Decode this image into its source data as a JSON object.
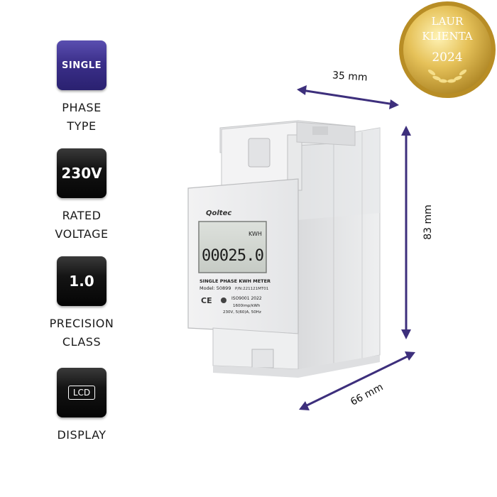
{
  "specs": [
    {
      "tile_text": "SINGLE",
      "label_line1": "PHASE",
      "label_line2": "TYPE",
      "tile_style": "purple"
    },
    {
      "tile_text": "230V",
      "label_line1": "RATED",
      "label_line2": "VOLTAGE",
      "tile_style": "black"
    },
    {
      "tile_text": "1.0",
      "label_line1": "PRECISION",
      "label_line2": "CLASS",
      "tile_style": "black"
    },
    {
      "tile_text": "LCD",
      "label_line1": "DISPLAY",
      "label_line2": "",
      "tile_style": "black"
    }
  ],
  "badge": {
    "line1": "LAUR",
    "line2": "KLIENTA",
    "year": "2024",
    "color": "#d8b443"
  },
  "dimensions": {
    "width": "35 mm",
    "height": "83 mm",
    "depth": "66 mm",
    "arrow_color": "#3d2f7c"
  },
  "device": {
    "brand": "Qoltec",
    "unit": "KWH",
    "reading": "00025.0",
    "title": "SINGLE PHASE KWH METER",
    "model": "Model: 50899",
    "pn": "P/N:221121MT01",
    "iso": "ISO9001 2022",
    "imp": "1600imp/kWh",
    "rating": "230V, 5(60)A, 50Hz",
    "ce": "CE"
  }
}
